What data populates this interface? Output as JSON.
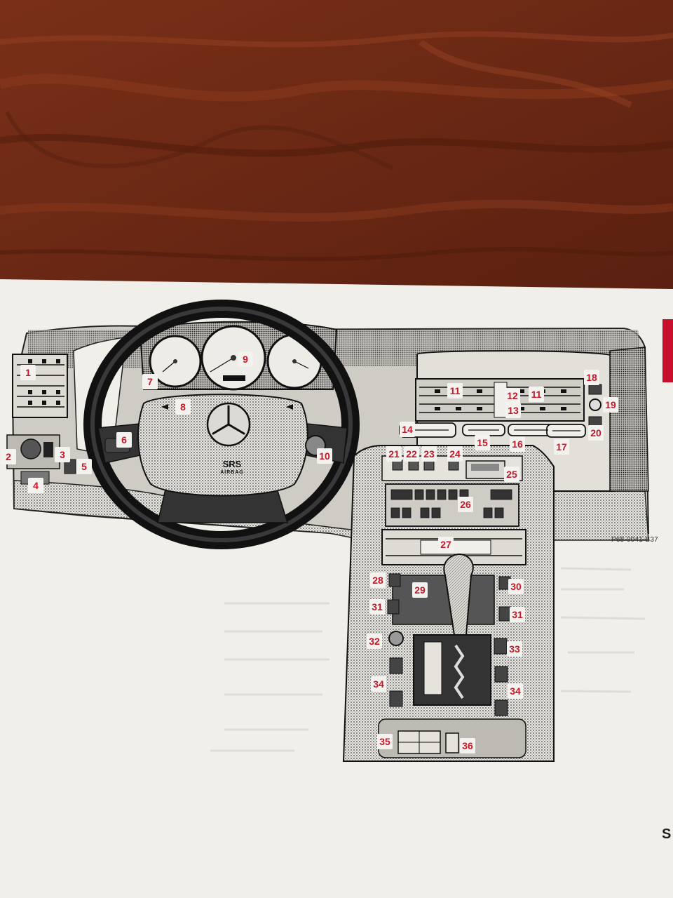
{
  "figure_code": "P68-0041-B37",
  "airbag_label_1": "SRS",
  "airbag_label_2": "AIRBAG",
  "page_margin_glyph": "S",
  "colors": {
    "callout_text": "#c4182a",
    "paper": "#f1efea",
    "wood": "#6e2c17",
    "red_tab": "#c8102e"
  },
  "callouts": [
    "1",
    "2",
    "3",
    "4",
    "5",
    "6",
    "7",
    "8",
    "9",
    "10",
    "11",
    "11",
    "12",
    "13",
    "14",
    "15",
    "16",
    "17",
    "18",
    "19",
    "20",
    "21",
    "22",
    "23",
    "24",
    "25",
    "26",
    "27",
    "28",
    "29",
    "30",
    "31",
    "31",
    "32",
    "33",
    "34",
    "34",
    "35",
    "36"
  ]
}
